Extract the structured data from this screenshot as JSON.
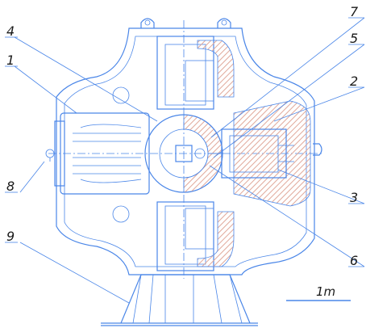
{
  "labels": {
    "l1": "1",
    "l2": "2",
    "l3": "3",
    "l4": "4",
    "l5": "5",
    "l6": "6",
    "l7": "7",
    "l8": "8",
    "l9": "9"
  },
  "scale_label": "1m",
  "colors": {
    "line": "#4a86e8",
    "hatch": "#e0a89a",
    "text": "#1a1a1a"
  }
}
